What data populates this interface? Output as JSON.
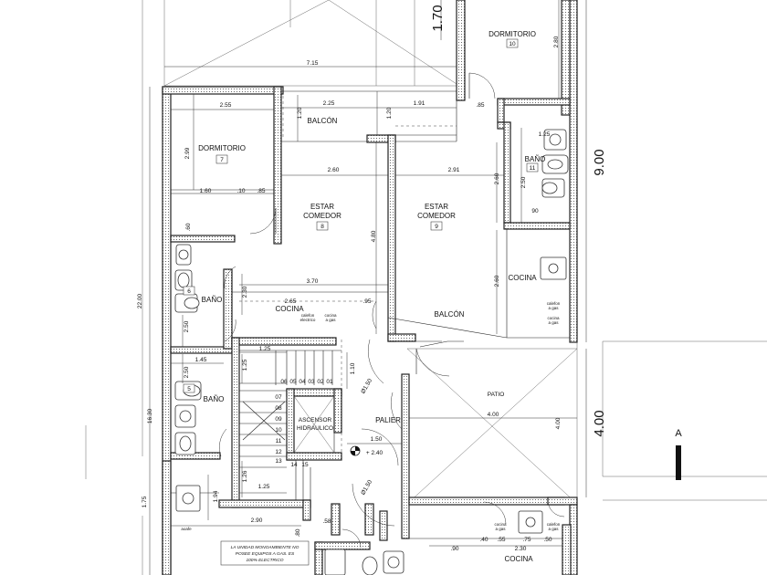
{
  "rooms": {
    "dormitorio_10": {
      "name": "DORMITORIO",
      "num": "10"
    },
    "dormitorio_7": {
      "name": "DORMITORIO",
      "num": "7"
    },
    "estar_8": {
      "line1": "ESTAR",
      "line2": "COMEDOR",
      "num": "8"
    },
    "estar_9": {
      "line1": "ESTAR",
      "line2": "COMEDOR",
      "num": "9"
    },
    "bano_11": {
      "name": "BAÑO",
      "num": "11"
    },
    "bano_6": {
      "name": "BAÑO",
      "num": "6"
    },
    "bano_5": {
      "name": "BAÑO",
      "num": "5"
    },
    "cocina_left": {
      "name": "COCINA"
    },
    "cocina_right": {
      "name": "COCINA"
    },
    "cocina_bottom": {
      "name": "COCINA"
    },
    "balcon_top": {
      "name": "BALCÓN"
    },
    "balcon_mid": {
      "name": "BALCÓN"
    },
    "patio": {
      "name": "PATIO"
    },
    "palier": {
      "name": "PALIER"
    },
    "ascensor": {
      "line1": "ASCENSOR",
      "line2": "HIDRAULICO"
    }
  },
  "dimensions": {
    "d170": "1.70",
    "d715": "7.15",
    "d255": "2.55",
    "d225": "2.25",
    "d191": "1.91",
    "d120a": "1.20",
    "d120b": "1.20",
    "d85a": ".85",
    "d280": "2.80",
    "d900": "9.00",
    "d299": "2.99",
    "d260a": "2.60",
    "d291": "2.91",
    "d160": "1.60",
    "d10": ".10",
    "d85b": ".85",
    "d125a": "1.25",
    "d260b": "2.60",
    "d250a": "2.50",
    "d90a": "90",
    "d60": ".60",
    "d480": "4.80",
    "d260c": "2.60",
    "d370": "3.70",
    "d230a": "2.30",
    "d2200": "22.00",
    "d265": "2.65",
    "d95": ".95",
    "d250b": "2.50",
    "d125b": "1.25",
    "d145": "1.45",
    "d250c": "2.50",
    "d110": "1.10",
    "d150a": "Ø1.50",
    "d400a": "4.00",
    "d400b": "4.00",
    "d1630": "16.30",
    "d150b": "1.50",
    "d240": "+ 2.40",
    "d126": "1.26",
    "d125c": "1.25",
    "d194": "1.94",
    "d150c": "Ø1.50",
    "d175": "1.75",
    "d290": "2.90",
    "d80": ".80",
    "d58": ".58",
    "d90b": ".90",
    "d230b": "2.30",
    "d40": ".40",
    "d55": ".55",
    "d75": ".75",
    "d50": ".50"
  },
  "stairs": [
    "06",
    "05",
    "04",
    "03",
    "02",
    "01",
    "07",
    "08",
    "09",
    "10",
    "11",
    "12",
    "13",
    "14",
    "15"
  ],
  "fixtures": {
    "calefon_gas_a": [
      "calefon",
      "a gas"
    ],
    "cocina_gas_a": [
      "cocina",
      "a gas"
    ],
    "calefon_elec": [
      "calefon",
      "electrico"
    ],
    "cocina_gas_b": [
      "cocina",
      "a gas"
    ],
    "cocina_gas_c": [
      "cocina",
      "a gas"
    ],
    "calefon_gas_b": [
      "calefon",
      "a gas"
    ],
    "aoafe": "aoafe"
  },
  "note": [
    "LA UNIDAD MONOAMBIENTE NO",
    "POSEE EQUIPOS A GAS. ES",
    "100% ELECTRICO"
  ],
  "section_label": "A"
}
